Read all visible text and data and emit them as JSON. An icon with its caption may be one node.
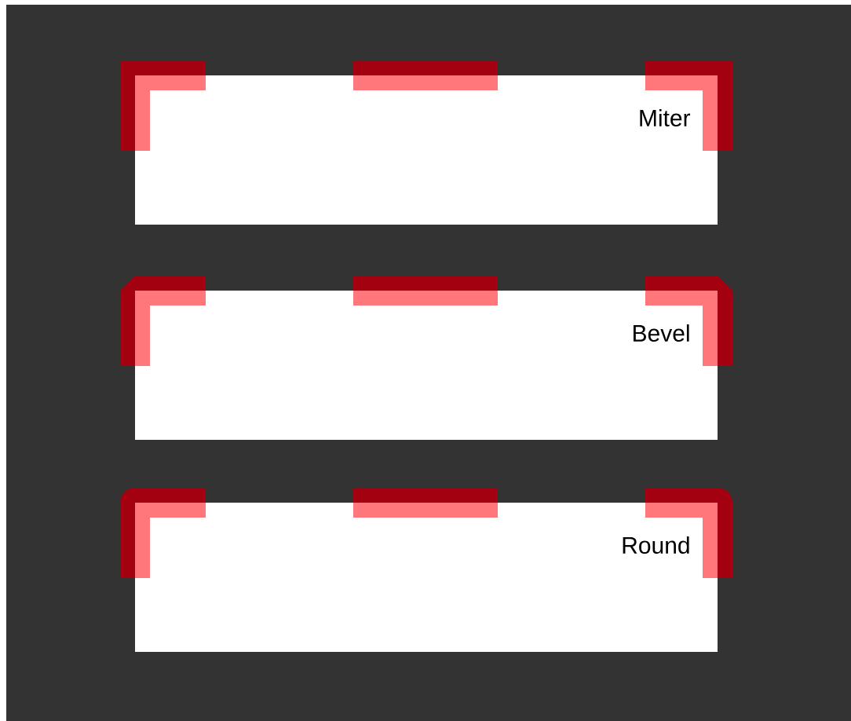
{
  "diagram": {
    "nodes": [
      {
        "text": [
          "Miter"
        ]
      },
      {
        "text": [
          "Bevel"
        ]
      },
      {
        "text": [
          "Round"
        ]
      }
    ]
  }
}
